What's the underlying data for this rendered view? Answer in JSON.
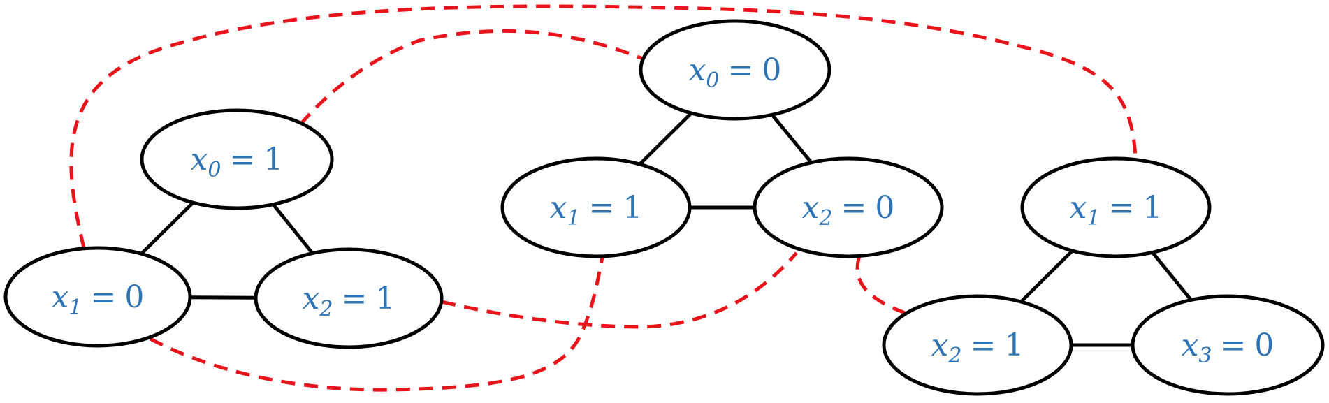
{
  "colors": {
    "label": "#2e74b5",
    "solid_edge": "#000000",
    "dashed_edge": "#e8141b",
    "node_fill": "#ffffff",
    "node_stroke": "#000000"
  },
  "nodes": [
    {
      "id": "a0",
      "var": "x",
      "sub": "0",
      "eq": "=",
      "val": "1"
    },
    {
      "id": "a1",
      "var": "x",
      "sub": "1",
      "eq": "=",
      "val": "0"
    },
    {
      "id": "a2",
      "var": "x",
      "sub": "2",
      "eq": "=",
      "val": "1"
    },
    {
      "id": "b0",
      "var": "x",
      "sub": "0",
      "eq": "=",
      "val": "0"
    },
    {
      "id": "b1",
      "var": "x",
      "sub": "1",
      "eq": "=",
      "val": "1"
    },
    {
      "id": "b2",
      "var": "x",
      "sub": "2",
      "eq": "=",
      "val": "0"
    },
    {
      "id": "c1",
      "var": "x",
      "sub": "1",
      "eq": "=",
      "val": "1"
    },
    {
      "id": "c2",
      "var": "x",
      "sub": "2",
      "eq": "=",
      "val": "1"
    },
    {
      "id": "c3",
      "var": "x",
      "sub": "3",
      "eq": "=",
      "val": "0"
    }
  ],
  "solid_edges": [
    [
      "a0",
      "a1"
    ],
    [
      "a0",
      "a2"
    ],
    [
      "a1",
      "a2"
    ],
    [
      "b0",
      "b1"
    ],
    [
      "b0",
      "b2"
    ],
    [
      "b1",
      "b2"
    ],
    [
      "c1",
      "c2"
    ],
    [
      "c1",
      "c3"
    ],
    [
      "c2",
      "c3"
    ]
  ],
  "dashed_edges": [
    [
      "a1",
      "c1"
    ],
    [
      "a0",
      "b0"
    ],
    [
      "a2",
      "b2"
    ],
    [
      "a1",
      "b1"
    ],
    [
      "b2",
      "c2"
    ]
  ]
}
